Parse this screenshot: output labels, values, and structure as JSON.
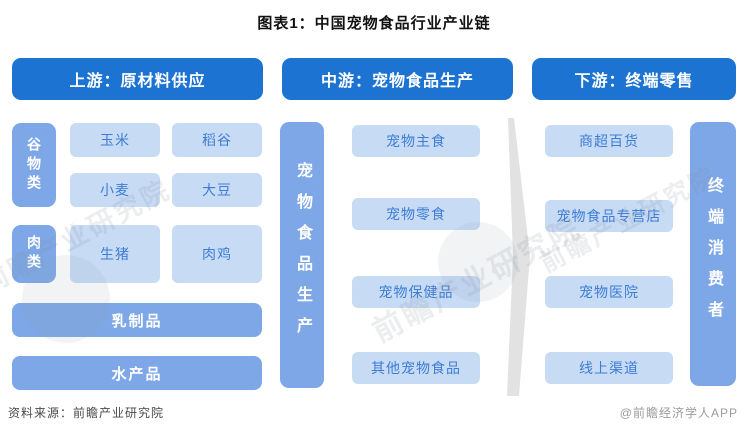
{
  "title": "图表1：中国宠物食品行业产业链",
  "columns": {
    "upstream": {
      "header": "上游：原材料供应",
      "categories": [
        {
          "label": "谷物类",
          "items": [
            "玉米",
            "稻谷",
            "小麦",
            "大豆"
          ]
        },
        {
          "label": "肉类",
          "items": [
            "生猪",
            "肉鸡"
          ]
        }
      ],
      "bars": [
        "乳制品",
        "水产品"
      ]
    },
    "midstream": {
      "header": "中游：宠物食品生产",
      "side_label": "宠物食品生产",
      "items": [
        "宠物主食",
        "宠物零食",
        "宠物保健品",
        "其他宠物食品"
      ]
    },
    "downstream": {
      "header": "下游：终端零售",
      "side_label": "终端消费者",
      "items": [
        "商超百货",
        "宠物食品专营店",
        "宠物医院",
        "线上渠道"
      ]
    }
  },
  "footer": {
    "source": "资料来源：前瞻产业研究院",
    "credit": "@前瞻经济学人APP"
  },
  "watermark": {
    "text": "前瞻产业研究院"
  },
  "colors": {
    "header_blue": "#1d73d1",
    "bar_blue": "#7da7e6",
    "item_blue": "#c7dbf5",
    "item_text": "#3e7dd4"
  }
}
